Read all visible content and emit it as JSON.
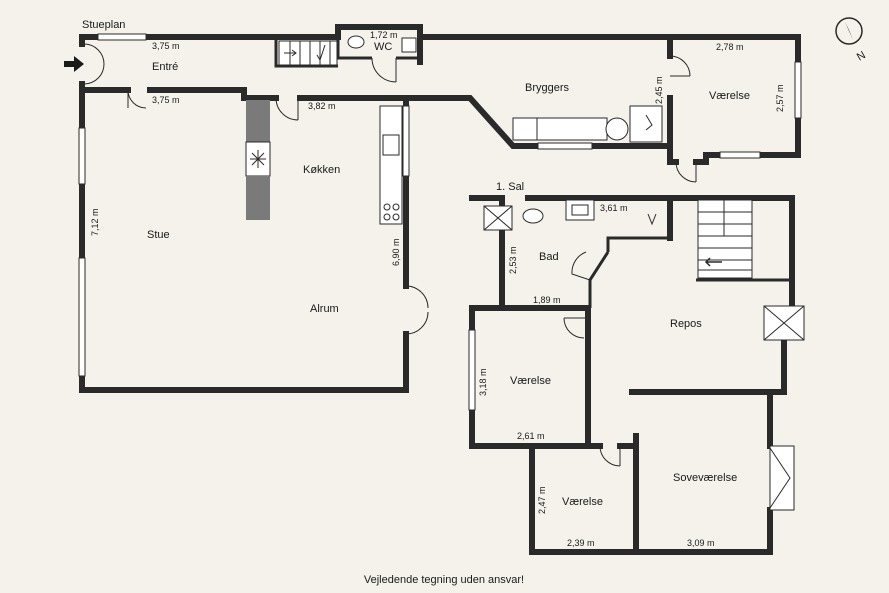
{
  "sections": {
    "ground_floor": "Stueplan",
    "first_floor": "1. Sal"
  },
  "rooms": {
    "entre": "Entré",
    "wc": "WC",
    "bryggers": "Bryggers",
    "vaerelse_ground": "Værelse",
    "koekken": "Køkken",
    "stue": "Stue",
    "alrum": "Alrum",
    "bad": "Bad",
    "repos": "Repos",
    "vaerelse_1": "Værelse",
    "vaerelse_2": "Værelse",
    "sovevaerelse": "Soveværelse"
  },
  "dimensions": {
    "entre_width": "3,75 m",
    "stue_width": "3,75 m",
    "wc_width": "1,72 m",
    "vaerelse_ground_width": "2,78 m",
    "bryggers_height": "2,45 m",
    "vaerelse_ground_height": "2,57 m",
    "koekken_width": "3,82 m",
    "stue_height": "7,12 m",
    "alrum_height": "6,90 m",
    "bad_width_top": "3,61 m",
    "bad_height": "2,53 m",
    "bad_width_bottom": "1,89 m",
    "vaerelse_1_height": "3,18 m",
    "vaerelse_1_width": "2,61 m",
    "vaerelse_2_height": "2,47 m",
    "vaerelse_2_width": "2,39 m",
    "sovevaerelse_width": "3,09 m"
  },
  "compass_letter": "N",
  "disclaimer": "Vejledende tegning uden ansvar!",
  "colors": {
    "background": "#f4f2ea",
    "wall": "#2a2a2a",
    "kitchen_cabinet": "#7a7a7a"
  }
}
